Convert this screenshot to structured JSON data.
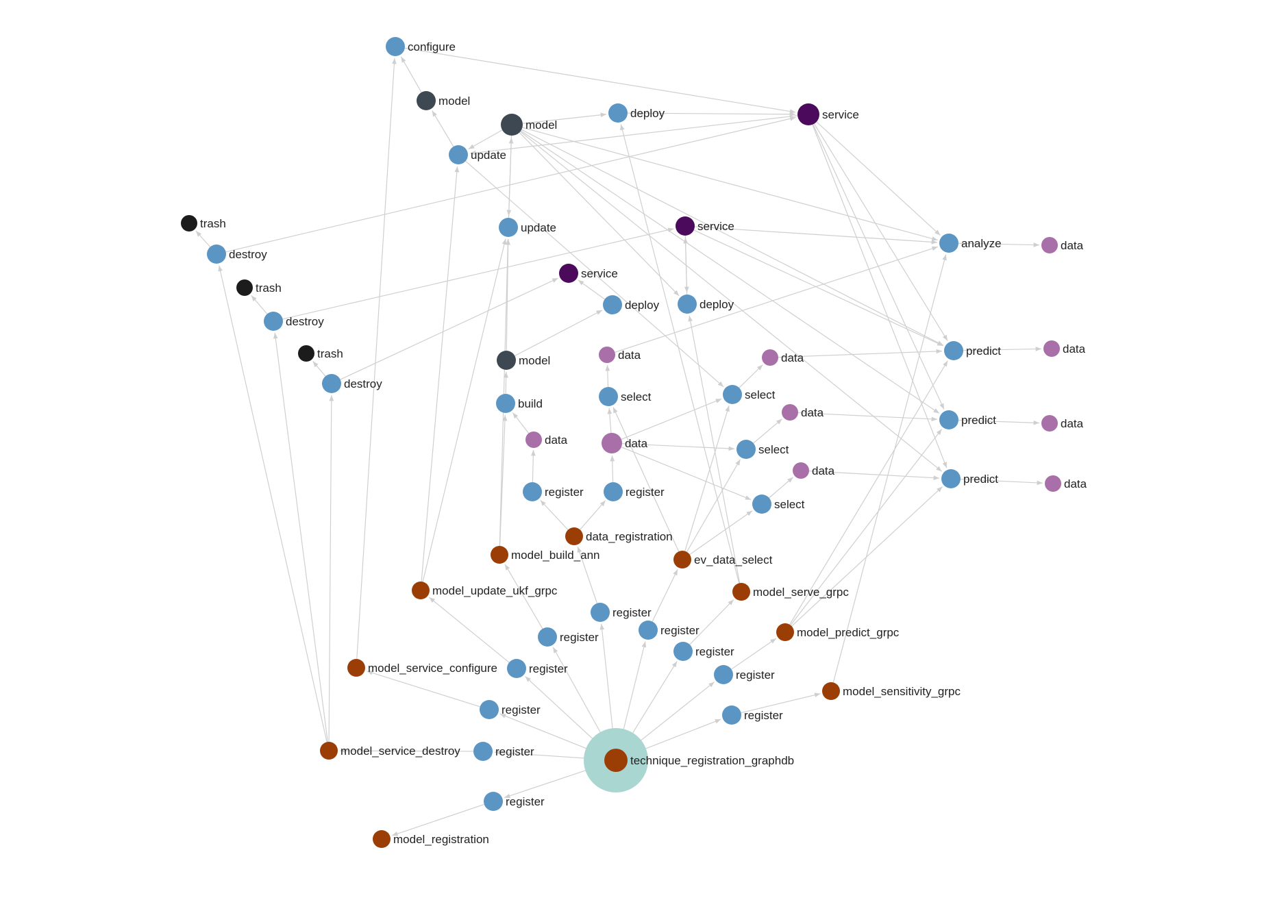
{
  "graph": {
    "colors": {
      "action": "#5b95c4",
      "data": "#a86fa8",
      "model": "#3e4852",
      "service": "#4b0a5c",
      "trash": "#1c1c1c",
      "process": "#9b3e06",
      "halo": "#a9d6d1",
      "edge": "#cfcfcf"
    },
    "nodes": [
      {
        "id": "configure",
        "label": "configure",
        "kind": "action"
      },
      {
        "id": "model_a",
        "label": "model",
        "kind": "model"
      },
      {
        "id": "model_b",
        "label": "model",
        "kind": "model"
      },
      {
        "id": "deploy_a",
        "label": "deploy",
        "kind": "action"
      },
      {
        "id": "service_a",
        "label": "service",
        "kind": "service"
      },
      {
        "id": "update_a",
        "label": "update",
        "kind": "action"
      },
      {
        "id": "trash_1",
        "label": "trash",
        "kind": "trash"
      },
      {
        "id": "destroy_1",
        "label": "destroy",
        "kind": "action"
      },
      {
        "id": "update_b",
        "label": "update",
        "kind": "action"
      },
      {
        "id": "service_b",
        "label": "service",
        "kind": "service"
      },
      {
        "id": "analyze",
        "label": "analyze",
        "kind": "action"
      },
      {
        "id": "data_an",
        "label": "data",
        "kind": "data"
      },
      {
        "id": "trash_2",
        "label": "trash",
        "kind": "trash"
      },
      {
        "id": "service_c",
        "label": "service",
        "kind": "service"
      },
      {
        "id": "destroy_2",
        "label": "destroy",
        "kind": "action"
      },
      {
        "id": "deploy_b",
        "label": "deploy",
        "kind": "action"
      },
      {
        "id": "deploy_c",
        "label": "deploy",
        "kind": "action"
      },
      {
        "id": "trash_3",
        "label": "trash",
        "kind": "trash"
      },
      {
        "id": "model_c",
        "label": "model",
        "kind": "model"
      },
      {
        "id": "data_sel",
        "label": "data",
        "kind": "data"
      },
      {
        "id": "data_p1",
        "label": "data",
        "kind": "data"
      },
      {
        "id": "predict_1",
        "label": "predict",
        "kind": "action"
      },
      {
        "id": "data_out1",
        "label": "data",
        "kind": "data"
      },
      {
        "id": "destroy_3",
        "label": "destroy",
        "kind": "action"
      },
      {
        "id": "build",
        "label": "build",
        "kind": "action"
      },
      {
        "id": "select_a",
        "label": "select",
        "kind": "action"
      },
      {
        "id": "select_b",
        "label": "select",
        "kind": "action"
      },
      {
        "id": "data_p2",
        "label": "data",
        "kind": "data"
      },
      {
        "id": "predict_2",
        "label": "predict",
        "kind": "action"
      },
      {
        "id": "data_out2",
        "label": "data",
        "kind": "data"
      },
      {
        "id": "data_build",
        "label": "data",
        "kind": "data"
      },
      {
        "id": "data_reg",
        "label": "data",
        "kind": "data"
      },
      {
        "id": "select_c",
        "label": "select",
        "kind": "action"
      },
      {
        "id": "data_p3",
        "label": "data",
        "kind": "data"
      },
      {
        "id": "predict_3",
        "label": "predict",
        "kind": "action"
      },
      {
        "id": "data_out3",
        "label": "data",
        "kind": "data"
      },
      {
        "id": "register_db",
        "label": "register",
        "kind": "action"
      },
      {
        "id": "register_dr",
        "label": "register",
        "kind": "action"
      },
      {
        "id": "select_d",
        "label": "select",
        "kind": "action"
      },
      {
        "id": "data_registration",
        "label": "data_registration",
        "kind": "process"
      },
      {
        "id": "model_build_ann",
        "label": "model_build_ann",
        "kind": "process"
      },
      {
        "id": "ev_data_select",
        "label": "ev_data_select",
        "kind": "process"
      },
      {
        "id": "model_update_ukf_grpc",
        "label": "model_update_ukf_grpc",
        "kind": "process"
      },
      {
        "id": "model_serve_grpc",
        "label": "model_serve_grpc",
        "kind": "process"
      },
      {
        "id": "reg_1",
        "label": "register",
        "kind": "action"
      },
      {
        "id": "reg_2",
        "label": "register",
        "kind": "action"
      },
      {
        "id": "model_predict_grpc",
        "label": "model_predict_grpc",
        "kind": "process"
      },
      {
        "id": "reg_3",
        "label": "register",
        "kind": "action"
      },
      {
        "id": "reg_4",
        "label": "register",
        "kind": "action"
      },
      {
        "id": "model_service_configure",
        "label": "model_service_configure",
        "kind": "process"
      },
      {
        "id": "reg_5",
        "label": "register",
        "kind": "action"
      },
      {
        "id": "reg_6",
        "label": "register",
        "kind": "action"
      },
      {
        "id": "model_sensitivity_grpc",
        "label": "model_sensitivity_grpc",
        "kind": "process"
      },
      {
        "id": "reg_7",
        "label": "register",
        "kind": "action"
      },
      {
        "id": "reg_8",
        "label": "register",
        "kind": "action"
      },
      {
        "id": "model_service_destroy",
        "label": "model_service_destroy",
        "kind": "process"
      },
      {
        "id": "reg_9",
        "label": "register",
        "kind": "action"
      },
      {
        "id": "technique_registration_graphdb",
        "label": "technique_registration_graphdb",
        "kind": "process",
        "root": true
      },
      {
        "id": "reg_10",
        "label": "register",
        "kind": "action"
      },
      {
        "id": "model_registration",
        "label": "model_registration",
        "kind": "process"
      }
    ],
    "edges": [
      [
        "technique_registration_graphdb",
        "reg_1"
      ],
      [
        "technique_registration_graphdb",
        "reg_2"
      ],
      [
        "technique_registration_graphdb",
        "reg_3"
      ],
      [
        "technique_registration_graphdb",
        "reg_4"
      ],
      [
        "technique_registration_graphdb",
        "reg_5"
      ],
      [
        "technique_registration_graphdb",
        "reg_6"
      ],
      [
        "technique_registration_graphdb",
        "reg_7"
      ],
      [
        "technique_registration_graphdb",
        "reg_8"
      ],
      [
        "technique_registration_graphdb",
        "reg_9"
      ],
      [
        "technique_registration_graphdb",
        "reg_10"
      ],
      [
        "reg_1",
        "data_registration"
      ],
      [
        "reg_2",
        "ev_data_select"
      ],
      [
        "reg_3",
        "model_build_ann"
      ],
      [
        "reg_4",
        "model_serve_grpc"
      ],
      [
        "reg_5",
        "model_update_ukf_grpc"
      ],
      [
        "reg_6",
        "model_predict_grpc"
      ],
      [
        "reg_7",
        "model_service_configure"
      ],
      [
        "reg_8",
        "model_sensitivity_grpc"
      ],
      [
        "reg_9",
        "model_service_destroy"
      ],
      [
        "reg_10",
        "model_registration"
      ],
      [
        "data_registration",
        "register_db"
      ],
      [
        "data_registration",
        "register_dr"
      ],
      [
        "register_db",
        "data_build"
      ],
      [
        "register_dr",
        "data_reg"
      ],
      [
        "data_build",
        "build"
      ],
      [
        "model_build_ann",
        "build"
      ],
      [
        "build",
        "model_c"
      ],
      [
        "model_build_ann",
        "update_b"
      ],
      [
        "model_c",
        "update_b"
      ],
      [
        "model_c",
        "deploy_b"
      ],
      [
        "deploy_b",
        "service_c"
      ],
      [
        "update_b",
        "model_b"
      ],
      [
        "model_update_ukf_grpc",
        "update_a"
      ],
      [
        "model_update_ukf_grpc",
        "update_b"
      ],
      [
        "update_a",
        "model_a"
      ],
      [
        "model_a",
        "configure"
      ],
      [
        "model_b",
        "update_a"
      ],
      [
        "model_b",
        "deploy_a"
      ],
      [
        "deploy_a",
        "service_a"
      ],
      [
        "configure",
        "service_a"
      ],
      [
        "model_service_configure",
        "configure"
      ],
      [
        "service_a",
        "update_a"
      ],
      [
        "data_reg",
        "select_a"
      ],
      [
        "select_a",
        "data_sel"
      ],
      [
        "data_sel",
        "analyze"
      ],
      [
        "data_reg",
        "select_b"
      ],
      [
        "data_reg",
        "select_c"
      ],
      [
        "data_reg",
        "select_d"
      ],
      [
        "ev_data_select",
        "select_a"
      ],
      [
        "ev_data_select",
        "select_b"
      ],
      [
        "ev_data_select",
        "select_c"
      ],
      [
        "ev_data_select",
        "select_d"
      ],
      [
        "select_b",
        "data_p1"
      ],
      [
        "select_c",
        "data_p2"
      ],
      [
        "select_d",
        "data_p3"
      ],
      [
        "data_p1",
        "predict_1"
      ],
      [
        "data_p2",
        "predict_2"
      ],
      [
        "data_p3",
        "predict_3"
      ],
      [
        "analyze",
        "data_an"
      ],
      [
        "predict_1",
        "data_out1"
      ],
      [
        "predict_2",
        "data_out2"
      ],
      [
        "predict_3",
        "data_out3"
      ],
      [
        "model_serve_grpc",
        "deploy_a"
      ],
      [
        "model_serve_grpc",
        "deploy_c"
      ],
      [
        "deploy_c",
        "service_b"
      ],
      [
        "service_b",
        "deploy_c"
      ],
      [
        "model_b",
        "deploy_c"
      ],
      [
        "model_b",
        "analyze"
      ],
      [
        "model_b",
        "predict_1"
      ],
      [
        "model_b",
        "predict_2"
      ],
      [
        "model_b",
        "predict_3"
      ],
      [
        "service_a",
        "analyze"
      ],
      [
        "service_a",
        "predict_1"
      ],
      [
        "service_a",
        "predict_2"
      ],
      [
        "service_a",
        "predict_3"
      ],
      [
        "service_b",
        "analyze"
      ],
      [
        "service_b",
        "predict_1"
      ],
      [
        "model_predict_grpc",
        "predict_1"
      ],
      [
        "model_predict_grpc",
        "predict_2"
      ],
      [
        "model_predict_grpc",
        "predict_3"
      ],
      [
        "model_sensitivity_grpc",
        "analyze"
      ],
      [
        "model_service_destroy",
        "destroy_1"
      ],
      [
        "model_service_destroy",
        "destroy_2"
      ],
      [
        "model_service_destroy",
        "destroy_3"
      ],
      [
        "destroy_1",
        "trash_1"
      ],
      [
        "destroy_2",
        "trash_2"
      ],
      [
        "destroy_3",
        "trash_3"
      ],
      [
        "destroy_1",
        "service_a"
      ],
      [
        "destroy_2",
        "service_b"
      ],
      [
        "destroy_3",
        "service_c"
      ],
      [
        "update_a",
        "select_b"
      ],
      [
        "model_b",
        "update_b"
      ]
    ]
  }
}
